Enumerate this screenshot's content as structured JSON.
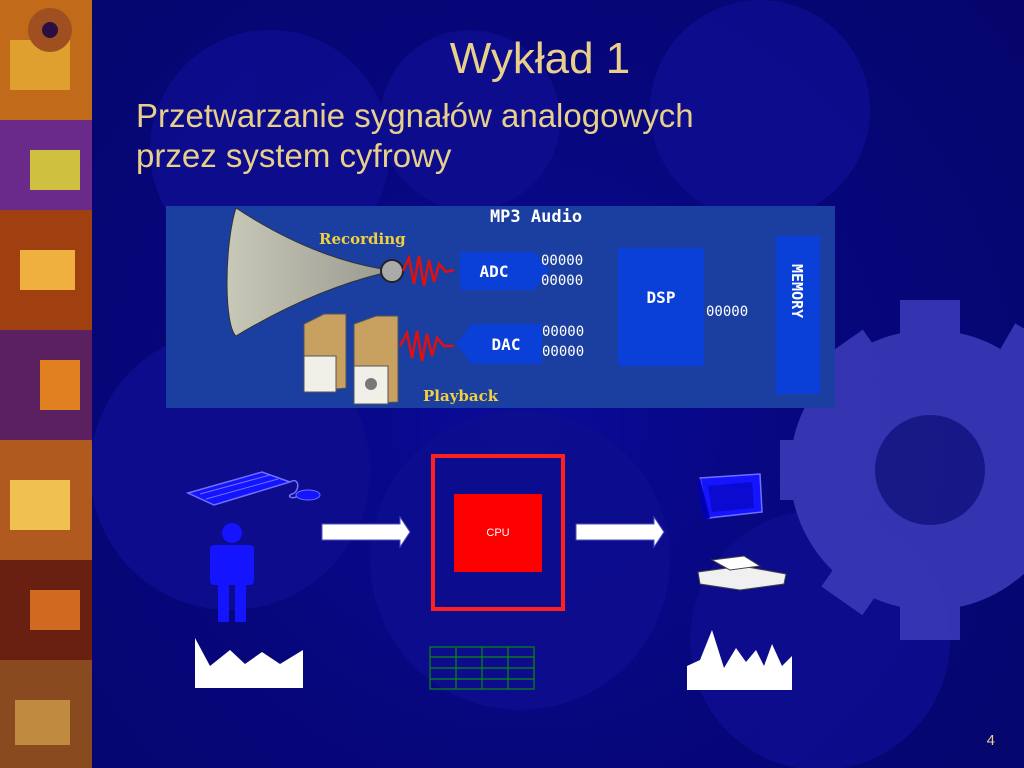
{
  "slide": {
    "title": "Wykład 1",
    "subtitle_line1": "Przetwarzanie sygnałów analogowych",
    "subtitle_line2": "przez system cyfrowy",
    "page_number": "4"
  },
  "mp3_figure": {
    "heading": "MP3 Audio",
    "recording_label": "Recording",
    "playback_label": "Playback",
    "adc_label": "ADC",
    "dac_label": "DAC",
    "dsp_label": "DSP",
    "memory_label": "MEMORY",
    "bits_row": "00000"
  },
  "system_diagram": {
    "cpu_label": "CPU"
  },
  "colors": {
    "title_text": "#e8d08a",
    "background": "#07077e",
    "figure_bg": "#1a3fa0",
    "block_blue": "#0a3fd8",
    "cpu_red": "#ff0000",
    "device_blue": "#1414ff"
  }
}
